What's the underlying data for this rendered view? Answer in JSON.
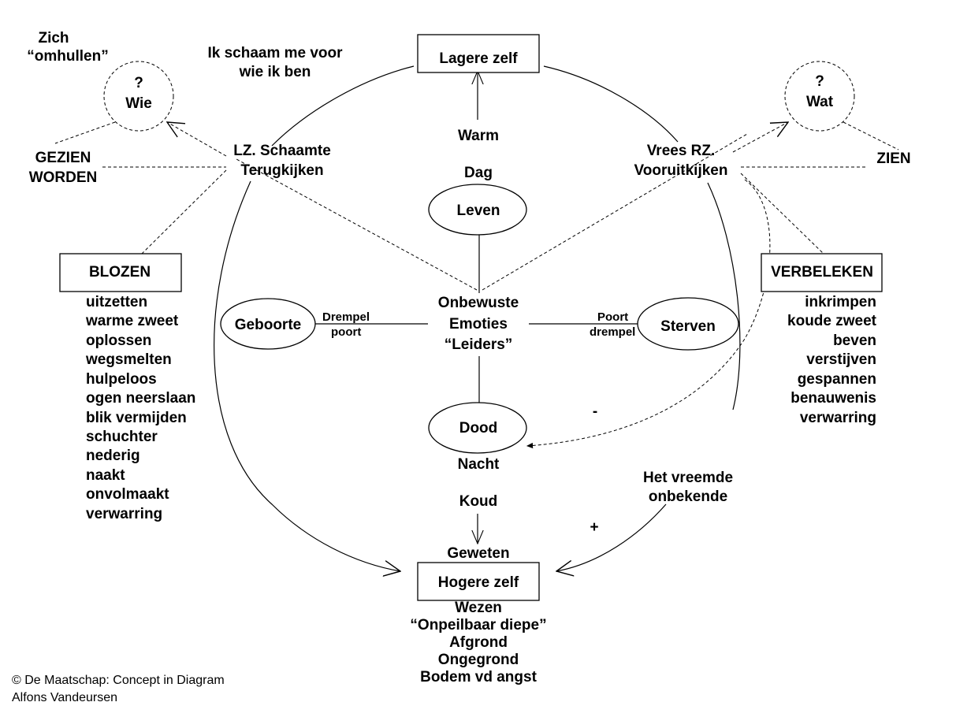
{
  "top_left_note": [
    "Zich",
    "“omhullen”"
  ],
  "shame_quote": [
    "Ik schaam me voor",
    "wie ik ben"
  ],
  "lower_self": "Lagere zelf",
  "higher_self": "Hogere zelf",
  "who_circle": [
    "?",
    "Wie"
  ],
  "what_circle": [
    "?",
    "Wat"
  ],
  "seen": [
    "GEZIEN",
    "WORDEN"
  ],
  "see": "ZIEN",
  "left_node": [
    "LZ. Schaamte",
    "Terugkijken"
  ],
  "right_node": [
    "Vrees RZ.",
    "Vooruitkijken"
  ],
  "warm": "Warm",
  "day": "Dag",
  "life": "Leven",
  "blush": {
    "title": "BLOZEN",
    "items": [
      "uitzetten",
      "warme zweet",
      "oplossen",
      "wegsmelten",
      "hulpeloos",
      "ogen neerslaan",
      "blik vermijden",
      "schuchter",
      "nederig",
      "naakt",
      "onvolmaakt",
      "verwarring"
    ]
  },
  "pale": {
    "title": "VERBELEKEN",
    "items": [
      "inkrimpen",
      "koude zweet",
      "beven",
      "verstijven",
      "gespannen",
      "benauwenis",
      "verwarring"
    ]
  },
  "center": [
    "Onbewuste",
    "Emoties",
    "“Leiders”"
  ],
  "birth": "Geboorte",
  "dying": "Sterven",
  "left_threshold": [
    "Drempel",
    "poort"
  ],
  "right_threshold": [
    "Poort",
    "drempel"
  ],
  "death": "Dood",
  "night": "Nacht",
  "cold": "Koud",
  "conscience": "Geweten",
  "minus": "-",
  "plus": "+",
  "stranger": [
    "Het vreemde",
    "onbekende"
  ],
  "essence": [
    "Wezen",
    "“Onpeilbaar diepe”",
    "Afgrond",
    "Ongegrond",
    "Bodem vd angst"
  ],
  "credit": [
    "© De Maatschap: Concept in Diagram",
    "Alfons Vandeursen"
  ]
}
